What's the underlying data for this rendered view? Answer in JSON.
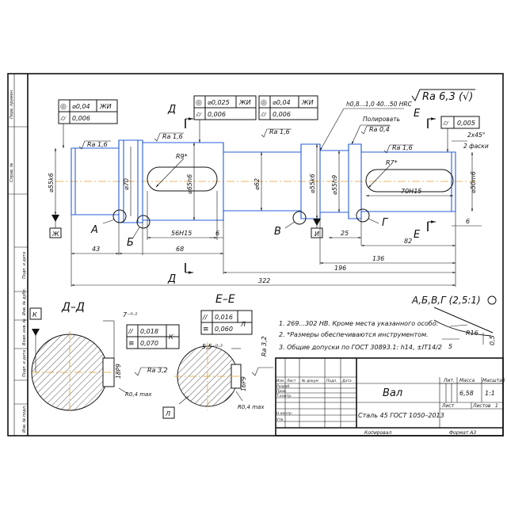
{
  "colors": {
    "outline": "#2a5fd8",
    "axis": "#e0a030",
    "ink": "#111111"
  },
  "side_strip": [
    "Перв. примен.",
    "Справ. №",
    "Подп. и дата",
    "Инв. № дубл.",
    "Взам. инв. №",
    "Подп. и дата",
    "Инв. № подл."
  ],
  "tolerance_frames": {
    "left": {
      "sym1": "◎",
      "val1": "⌀0,04",
      "base1": "ЖИ",
      "sym2": "⌭",
      "val2": "0,006"
    },
    "mid": {
      "sym1": "◎",
      "val1": "⌀0,025",
      "base1": "ЖИ",
      "sym2": "⌭",
      "val2": "0,006"
    },
    "right": {
      "sym1": "◎",
      "val1": "⌀0,04",
      "base1": "ЖИ",
      "sym2": "⌭",
      "val2": "0,006"
    },
    "far": {
      "sym2": "⌭",
      "val2": "0,005"
    }
  },
  "roughness": {
    "general": "Ra 6,3 (√)",
    "r1": "Ra 1,6",
    "r2": "Ra 1,6",
    "r3": "Ra 1,6",
    "r4": "Ra 1,6",
    "r5": "Ra 0,4"
  },
  "notes_top": {
    "hardening": "h0,8...1,0 40...50 HRC",
    "polish": "Полировать",
    "chamfer1": "2х45°",
    "chamfer2": "2 фаски"
  },
  "diameters": {
    "d1": "⌀55k6",
    "d2": "⌀70",
    "d3": "⌀65n6",
    "d4": "⌀62",
    "d5": "⌀55k6",
    "d6": "⌀55h9",
    "d7": "⌀50m6"
  },
  "radii": {
    "r9": "R9*",
    "r7": "R7*"
  },
  "keyways": {
    "k1": "56H15",
    "k2": "70H15"
  },
  "dims": {
    "d6a": "6",
    "d6b": "6",
    "d25": "25",
    "d43": "43",
    "d68": "68",
    "d82": "82",
    "d136": "136",
    "d196": "196",
    "d322": "322"
  },
  "section_marks": {
    "d_top": "Д",
    "d_bottom": "Д",
    "e_top": "Е",
    "e_bottom": "Е"
  },
  "node_marks": {
    "a": "А",
    "b": "Б",
    "v": "В",
    "g": "Г"
  },
  "datum_letters": {
    "zh": "Ж",
    "i": "И",
    "k": "К",
    "l": "Л"
  },
  "section_dd": {
    "title": "Д–Д",
    "depth": "7⁻⁰·²",
    "width": "18P9",
    "rough": "Ra 3,2",
    "radius": "R0,4 max",
    "tol1_val": "0,018",
    "tol1_base": "К",
    "tol2_val": "0,070",
    "tol2_base": "К"
  },
  "section_ee": {
    "title": "Е–Е",
    "depth": "5,5⁻⁰·²",
    "width": "16P9",
    "rough": "Ra 3,2",
    "radius": "R0,4 max",
    "tol1_val": "0,016",
    "tol1_base": "Л",
    "tol2_val": "0,060"
  },
  "detail": {
    "title": "А,Б,В,Г (2,5:1)",
    "r16": "R16",
    "d5": "5",
    "d05": "0,5"
  },
  "tech_notes": [
    "1. 269...302 HB. Кроме места указанного особо.",
    "2. *Размеры обеспечиваются инструментом.",
    "3. Общие допуски по ГОСТ 30893.1: h14, ±IT14/2"
  ],
  "title_block": {
    "name": "Вал",
    "material": "Сталь 45 ГОСТ 1050–2013",
    "lit_label": "Лит.",
    "mass_label": "Масса",
    "scale_label": "Масштаб",
    "mass": "6,58",
    "scale": "1:1",
    "sheet_label": "Лист",
    "sheets_label": "Листов",
    "sheets": "1",
    "row_labels": [
      "Изм",
      "Лист",
      "№ докум",
      "Подп.",
      "Дата"
    ],
    "role_labels": [
      "Разраб.",
      "Пров.",
      "Т.контр.",
      "",
      "Н.контр.",
      "Утв."
    ],
    "copied": "Копировал",
    "format": "Формат А3"
  }
}
